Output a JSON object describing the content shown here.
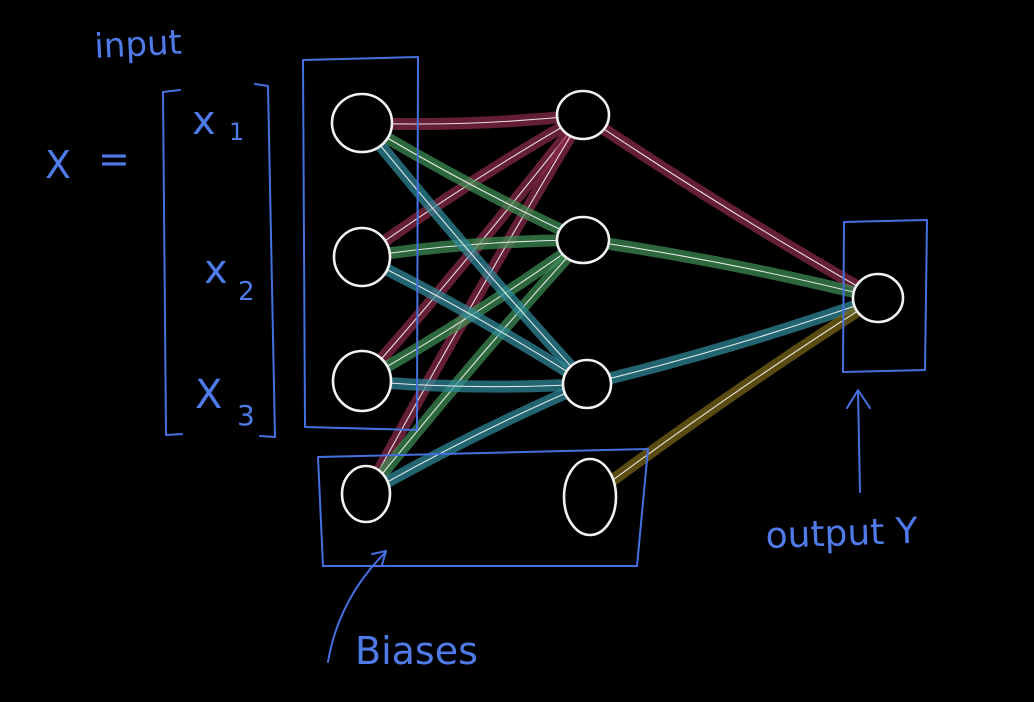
{
  "labels": {
    "input": "input",
    "x_var": "X",
    "equals": "=",
    "x1": "x",
    "x1_sub": "1",
    "x2": "x",
    "x2_sub": "2",
    "x3": "X",
    "x3_sub": "3",
    "biases": "Biases",
    "output": "output Y"
  },
  "colors": {
    "annotation": "#4f7be8",
    "node": "#f2f2f2",
    "maroon": "#8a2a4a",
    "green": "#3f8f55",
    "teal": "#2f8a9a",
    "olive": "#7d6a18"
  },
  "network": {
    "nodes": [
      {
        "id": "in1",
        "group": "input"
      },
      {
        "id": "in2",
        "group": "input"
      },
      {
        "id": "in3",
        "group": "input"
      },
      {
        "id": "b1",
        "group": "bias"
      },
      {
        "id": "h1",
        "group": "hidden"
      },
      {
        "id": "h2",
        "group": "hidden"
      },
      {
        "id": "h3",
        "group": "hidden"
      },
      {
        "id": "b2",
        "group": "bias"
      },
      {
        "id": "out",
        "group": "output"
      }
    ],
    "edges": [
      {
        "from": "in1",
        "to": "h1",
        "color": "maroon"
      },
      {
        "from": "in2",
        "to": "h1",
        "color": "maroon"
      },
      {
        "from": "in3",
        "to": "h1",
        "color": "maroon"
      },
      {
        "from": "b1",
        "to": "h1",
        "color": "maroon"
      },
      {
        "from": "in1",
        "to": "h2",
        "color": "green"
      },
      {
        "from": "in2",
        "to": "h2",
        "color": "green"
      },
      {
        "from": "in3",
        "to": "h2",
        "color": "green"
      },
      {
        "from": "b1",
        "to": "h2",
        "color": "green"
      },
      {
        "from": "in1",
        "to": "h3",
        "color": "teal"
      },
      {
        "from": "in2",
        "to": "h3",
        "color": "teal"
      },
      {
        "from": "in3",
        "to": "h3",
        "color": "teal"
      },
      {
        "from": "b1",
        "to": "h3",
        "color": "teal"
      },
      {
        "from": "h1",
        "to": "out",
        "color": "maroon"
      },
      {
        "from": "h2",
        "to": "out",
        "color": "green"
      },
      {
        "from": "h3",
        "to": "out",
        "color": "teal"
      },
      {
        "from": "b2",
        "to": "out",
        "color": "olive"
      }
    ]
  }
}
